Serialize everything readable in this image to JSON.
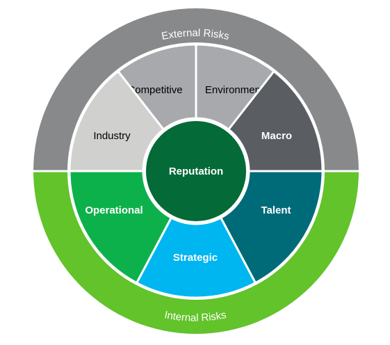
{
  "diagram": {
    "center": {
      "label": "Reputation",
      "color": "#046a38"
    },
    "outer_ring": [
      {
        "label": "External Risks",
        "color": "#87898b"
      },
      {
        "label": "Internal Risks",
        "color": "#62c32b"
      }
    ],
    "segments": [
      {
        "label": "Competitive",
        "color": "#a7a9ac",
        "text_color": "#000000",
        "text_weight": "normal"
      },
      {
        "label": "Environment",
        "color": "#a7a9ac",
        "text_color": "#000000",
        "text_weight": "normal"
      },
      {
        "label": "Macro",
        "color": "#5a5e63",
        "text_color": "#ffffff",
        "text_weight": "bold"
      },
      {
        "label": "Talent",
        "color": "#006b78",
        "text_color": "#ffffff",
        "text_weight": "bold"
      },
      {
        "label": "Strategic",
        "color": "#00b6f0",
        "text_color": "#ffffff",
        "text_weight": "bold"
      },
      {
        "label": "Operational",
        "color": "#0db14b",
        "text_color": "#ffffff",
        "text_weight": "bold"
      },
      {
        "label": "Industry",
        "color": "#d0d0ce",
        "text_color": "#000000",
        "text_weight": "normal"
      }
    ]
  }
}
